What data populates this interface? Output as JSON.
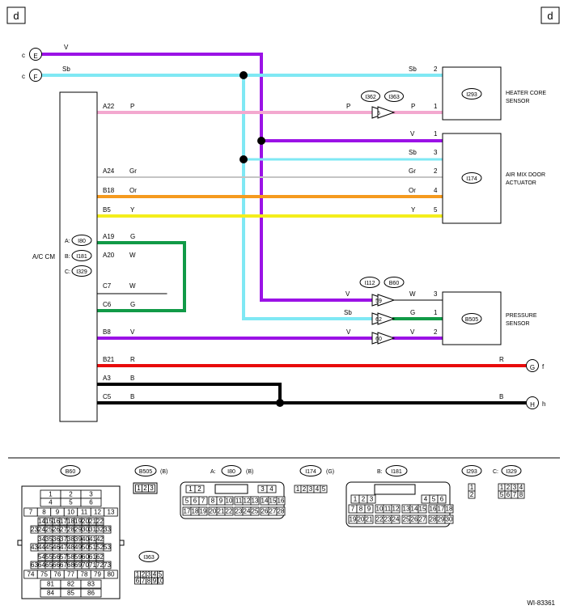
{
  "page": {
    "corner_tag_left": "d",
    "corner_tag_right": "d",
    "figure_id": "WI-83361"
  },
  "colors": {
    "V": "#9b12e6",
    "Sb": "#7fe8f4",
    "P": "#f3a8cf",
    "Gr": "#c4c4c4",
    "Or": "#f59a1e",
    "Y": "#f4ee1c",
    "G": "#119a47",
    "R": "#e80b0b",
    "B": "#000000"
  },
  "terminals_left": {
    "E": {
      "letter": "E",
      "prefix": "c"
    },
    "F": {
      "letter": "F",
      "prefix": "c"
    }
  },
  "terminals_right": {
    "G": {
      "letter": "G",
      "suffix": "f"
    },
    "H": {
      "letter": "H",
      "suffix": "h"
    }
  },
  "acm": {
    "name": "A/C CM",
    "connectors": [
      {
        "prefix": "A:",
        "id": "I80"
      },
      {
        "prefix": "B:",
        "id": "I181"
      },
      {
        "prefix": "C:",
        "id": "I329"
      }
    ]
  },
  "wires": {
    "v_top": {
      "code": "V"
    },
    "sb_top": {
      "code": "Sb",
      "right_code": "Sb",
      "pin": "2"
    },
    "a22": {
      "pin": "A22",
      "code": "P",
      "mid_code": "P",
      "right_code": "P",
      "end_pin": "1"
    },
    "v_afd": {
      "code": "V",
      "pin": "1"
    },
    "sb_afd": {
      "code": "Sb",
      "pin": "3"
    },
    "a24": {
      "pin": "A24",
      "code": "Gr",
      "right_code": "Gr",
      "end_pin": "2"
    },
    "b18": {
      "pin": "B18",
      "code": "Or",
      "right_code": "Or",
      "end_pin": "4"
    },
    "b5": {
      "pin": "B5",
      "code": "Y",
      "right_code": "Y",
      "end_pin": "5"
    },
    "a19": {
      "pin": "A19",
      "code": "G"
    },
    "a20": {
      "pin": "A20",
      "code": "W"
    },
    "c7": {
      "pin": "C7",
      "code": "W"
    },
    "c6": {
      "pin": "C6",
      "code": "G"
    },
    "v_ps": {
      "left_code": "V",
      "right_code": "W",
      "pin": "3"
    },
    "sb_ps": {
      "left_code": "Sb",
      "right_code": "G",
      "pin": "1"
    },
    "b8": {
      "pin": "B8",
      "code": "V",
      "mid_code": "V",
      "right_code": "V",
      "end_pin": "2"
    },
    "b21": {
      "pin": "B21",
      "code": "R",
      "right_code": "R"
    },
    "a3": {
      "pin": "A3",
      "code": "B"
    },
    "c5": {
      "pin": "C5",
      "code": "B",
      "right_code": "B"
    }
  },
  "joint_connectors": {
    "hc": {
      "left_id": "I362",
      "right_id": "I363",
      "pin": "5"
    },
    "ps": {
      "left_id": "I112",
      "right_id": "B60",
      "pins": [
        "59",
        "62",
        "60"
      ]
    }
  },
  "components": {
    "heater": {
      "id": "I293",
      "name_line1": "HEATER CORE",
      "name_line2": "SENSOR"
    },
    "airmix": {
      "id": "I174",
      "name_line1": "AIR MIX DOOR",
      "name_line2": "ACTUATOR"
    },
    "pressure": {
      "id": "B505",
      "name_line1": "PRESSURE",
      "name_line2": "SENSOR"
    }
  },
  "connector_views": {
    "b60": {
      "label": "B60",
      "rows": [
        [
          "1",
          "2",
          "3"
        ],
        [
          "4",
          "5",
          "6"
        ],
        [
          "7",
          "8",
          "9",
          "10",
          "11",
          "12",
          "13"
        ],
        [
          "14",
          "15",
          "16",
          "17",
          "18",
          "19",
          "20",
          "21",
          "22"
        ],
        [
          "23",
          "24",
          "25",
          "26",
          "27",
          "28",
          "29",
          "30",
          "31",
          "32",
          "33"
        ],
        [
          "34",
          "35",
          "36",
          "37",
          "38",
          "39",
          "40",
          "41",
          "42"
        ],
        [
          "43",
          "44",
          "45",
          "46",
          "47",
          "48",
          "49",
          "50",
          "51",
          "52",
          "53"
        ],
        [
          "54",
          "55",
          "56",
          "57",
          "58",
          "59",
          "60",
          "61",
          "62"
        ],
        [
          "63",
          "64",
          "65",
          "66",
          "67",
          "68",
          "69",
          "70",
          "71",
          "72",
          "73"
        ],
        [
          "74",
          "75",
          "76",
          "77",
          "78",
          "79",
          "80"
        ],
        [
          "81",
          "82",
          "83"
        ],
        [
          "84",
          "85",
          "86"
        ]
      ]
    },
    "b505": {
      "label": "B505",
      "suffix": "(B)",
      "pins": [
        "1",
        "2",
        "3"
      ]
    },
    "i80": {
      "prefix": "A:",
      "label": "I80",
      "suffix": "(B)",
      "row1": [
        [
          "1",
          "2"
        ],
        [
          "3",
          "4"
        ]
      ],
      "row2": [
        [
          "5",
          "6",
          "7"
        ],
        [
          "8",
          "9",
          "10"
        ],
        [
          "11",
          "12",
          "13"
        ],
        [
          "14",
          "15",
          "16"
        ]
      ],
      "row3": [
        [
          "17",
          "18",
          "19"
        ],
        [
          "20",
          "21",
          "22"
        ],
        [
          "23",
          "24",
          "25"
        ],
        [
          "26",
          "27",
          "28"
        ]
      ]
    },
    "i174": {
      "label": "I174",
      "suffix": "(G)",
      "pins": [
        "1",
        "2",
        "3",
        "4",
        "5"
      ]
    },
    "i181": {
      "prefix": "B:",
      "label": "I181",
      "row1": [
        [
          "1",
          "2",
          "3"
        ],
        [
          "4",
          "5",
          "6"
        ]
      ],
      "row2": [
        [
          "7",
          "8",
          "9"
        ],
        [
          "10",
          "11",
          "12"
        ],
        [
          "13",
          "14",
          "15"
        ],
        [
          "16",
          "17",
          "18"
        ]
      ],
      "row3": [
        [
          "19",
          "20",
          "21"
        ],
        [
          "22",
          "23",
          "24"
        ],
        [
          "25",
          "26",
          "27"
        ],
        [
          "28",
          "29",
          "30"
        ]
      ]
    },
    "i293": {
      "label": "I293",
      "pins": [
        "1",
        "2"
      ]
    },
    "i329": {
      "prefix": "C:",
      "label": "I329",
      "row1": [
        "1",
        "2",
        "3",
        "4"
      ],
      "row2": [
        "5",
        "6",
        "7",
        "8"
      ]
    },
    "i363": {
      "label": "I363",
      "row1": [
        "1",
        "2",
        "3",
        "4",
        "5"
      ],
      "row2": [
        "6",
        "7",
        "8",
        "9",
        "10"
      ]
    }
  }
}
